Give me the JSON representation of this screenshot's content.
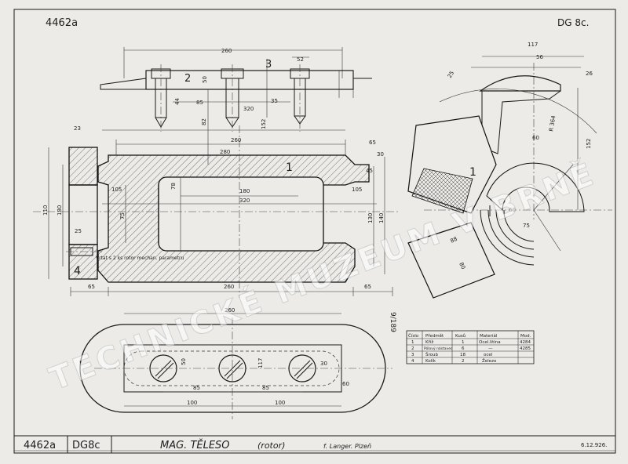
{
  "header": {
    "drawing_number": "4462a",
    "sheet_code": "DG 8c."
  },
  "part_labels": [
    "1",
    "2",
    "3",
    "4"
  ],
  "dimensions": {
    "top_overall": "260",
    "top_52": "52",
    "top_85": "85",
    "top_320": "320",
    "top_35": "35",
    "top_50": "50",
    "top_82": "82",
    "top_152": "152",
    "top_44": "44",
    "mid_260": "260",
    "mid_280": "280",
    "mid_180": "180",
    "mid_320": "320",
    "mid_65a": "65",
    "mid_30": "30",
    "mid_45": "45",
    "mid_105a": "105",
    "mid_105b": "105",
    "mid_78": "78",
    "mid_75": "75",
    "mid_110": "110",
    "mid_180v": "180",
    "mid_130": "130",
    "mid_140": "140",
    "mid_23": "23",
    "mid_25": "25",
    "bot_65a": "65",
    "bot_260": "260",
    "bot_65b": "65",
    "plan_260": "260",
    "plan_85a": "85",
    "plan_85b": "85",
    "plan_100a": "100",
    "plan_100b": "100",
    "plan_117": "117",
    "plan_50": "50",
    "plan_30": "30",
    "plan_60": "60",
    "side_117": "117",
    "side_56": "56",
    "side_152": "152",
    "side_60": "60",
    "side_26": "26",
    "side_60b": "60",
    "side_75": "75",
    "side_25": "25",
    "side_88": "88",
    "side_80": "80",
    "side_r": "R 364"
  },
  "notes": {
    "drilling_note": "Vrtat s 2 ks rotor mechan. parametru"
  },
  "parts_table": {
    "headers": [
      "Číslo",
      "Předmět",
      "Kusů",
      "Materiál",
      "Mod."
    ],
    "rows": [
      [
        "1",
        "Kříž",
        "1",
        "Ocel.litina",
        "4284"
      ],
      [
        "2",
        "Pólový nástavec",
        "6",
        "—",
        "4285"
      ],
      [
        "3",
        "Šroub",
        "18",
        "ocel",
        ""
      ],
      [
        "4",
        "Kolík",
        "2",
        "Železo",
        ""
      ]
    ]
  },
  "title_block": {
    "number": "4462a",
    "code": "DG8c",
    "title": "MAG. TĚLESO",
    "subtitle": "(rotor)",
    "author": "f. Langer. Plzeň",
    "date": "6.12.926."
  },
  "side_stamp": "9/189",
  "watermark": "TECHNICKÉ MUZEUM V BRNĚ",
  "colors": {
    "paper": "#ecebe8",
    "ink": "#1a1a1a",
    "hatch": "#555555",
    "watermark": "#ffffff"
  }
}
